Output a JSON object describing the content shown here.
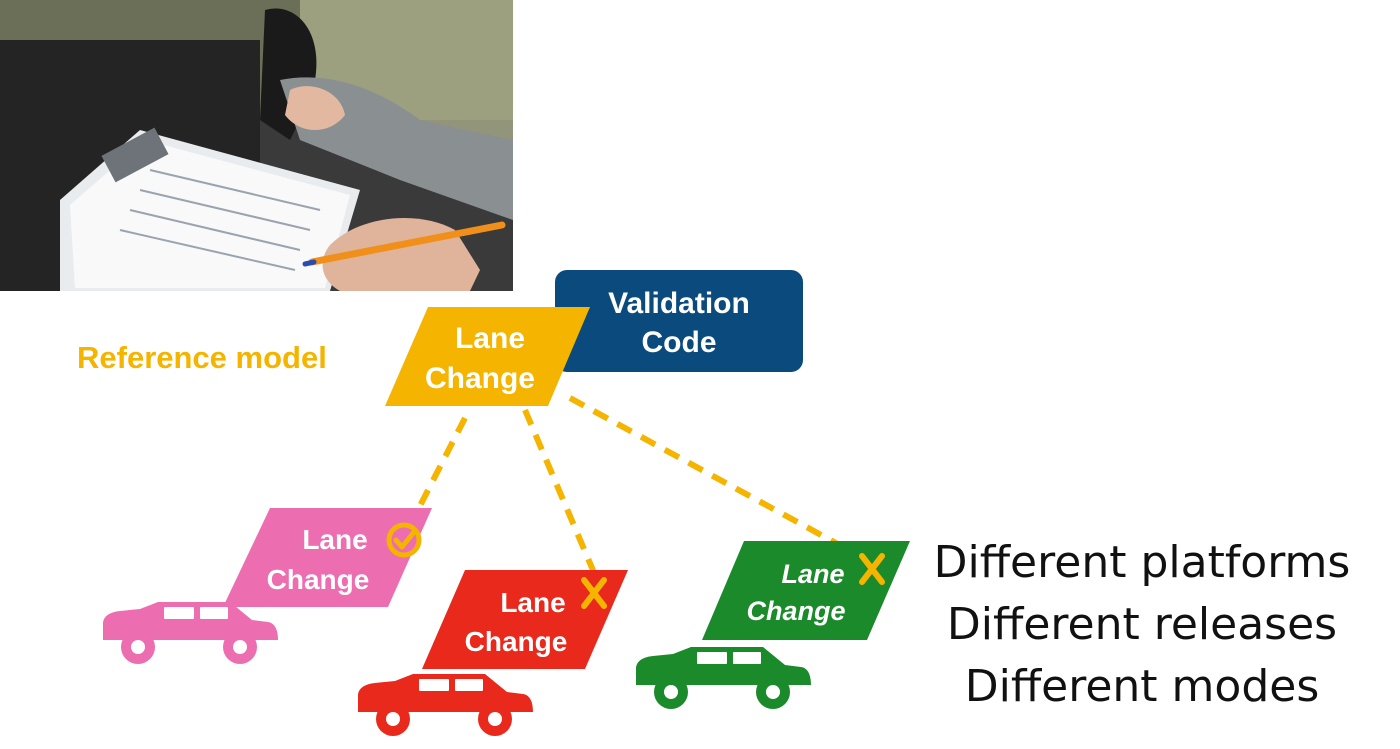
{
  "reference_label": "Reference model",
  "validation_box": {
    "line1": "Validation",
    "line2": "Code"
  },
  "reference_box": {
    "line1": "Lane",
    "line2": "Change"
  },
  "variants": [
    {
      "line1": "Lane",
      "line2": "Change",
      "status": "check",
      "color": "#ec6db0"
    },
    {
      "line1": "Lane",
      "line2": "Change",
      "status": "cross",
      "color": "#e8291c"
    },
    {
      "line1": "Lane",
      "line2": "Change",
      "status": "cross",
      "color": "#1a8a2a"
    }
  ],
  "side_text": [
    "Different platforms",
    "Different releases",
    "Different modes"
  ],
  "colors": {
    "reference": "#f4b400",
    "validation": "#0b4a7d",
    "pink": "#ec6db0",
    "red": "#e8291c",
    "green": "#1a8a2a",
    "mark": "#f4b400"
  }
}
